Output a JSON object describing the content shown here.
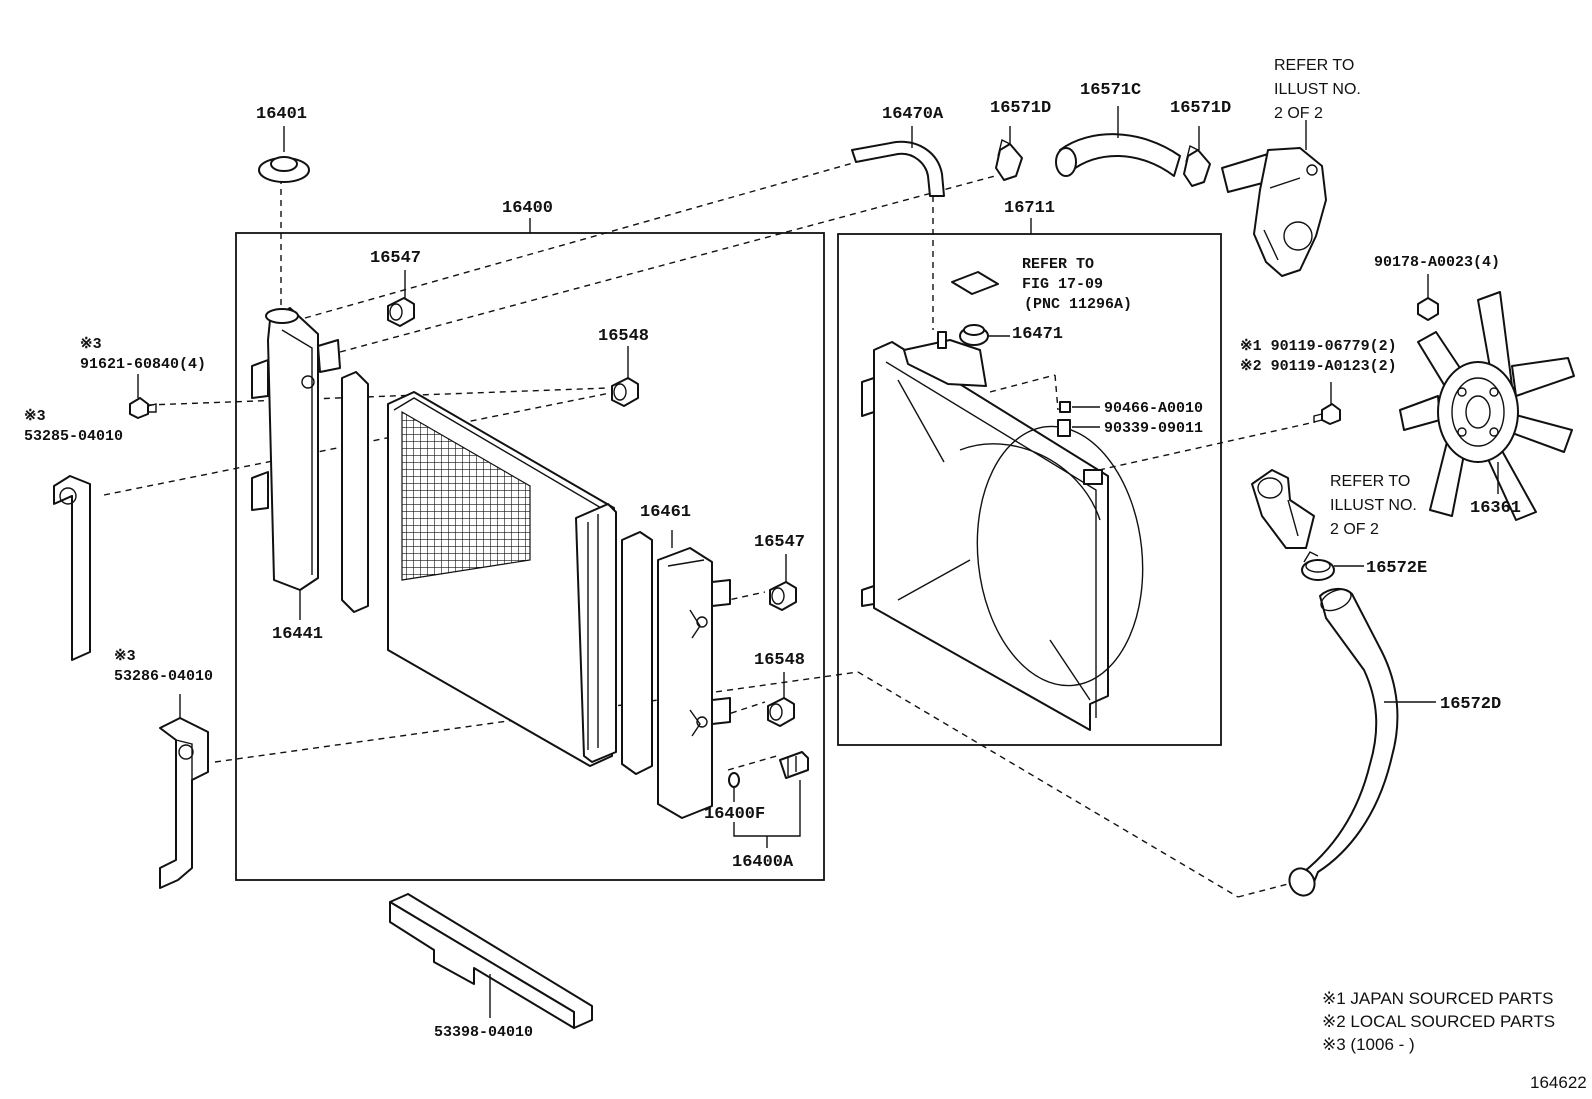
{
  "labels": {
    "p16401": "16401",
    "p16400": "16400",
    "p16547_top": "16547",
    "p16548_top": "16548",
    "p16441": "16441",
    "p16461": "16461",
    "p16547_bot": "16547",
    "p16548_bot": "16548",
    "p16400F": "16400F",
    "p16400A": "16400A",
    "p53398": "53398-04010",
    "p91621_mark": "※3",
    "p91621": "91621-60840(4)",
    "p53285_mark": "※3",
    "p53285": "53285-04010",
    "p53286_mark": "※3",
    "p53286": "53286-04010",
    "p16470A": "16470A",
    "p16571D_left": "16571D",
    "p16571C": "16571C",
    "p16571D_right": "16571D",
    "p16711": "16711",
    "p16471": "16471",
    "p90466": "90466-A0010",
    "p90339": "90339-09011",
    "p90178": "90178-A0023(4)",
    "p90119_1": "※1 90119-06779(2)",
    "p90119_2": "※2 90119-A0123(2)",
    "p16361": "16361",
    "p16572E": "16572E",
    "p16572D": "16572D"
  },
  "refer_fig": {
    "line1": "REFER TO",
    "line2": "FIG 17-09",
    "line3": "(PNC 11296A)"
  },
  "refer_top": {
    "line1": "REFER TO",
    "line2": "ILLUST NO.",
    "line3": "2 OF 2"
  },
  "refer_mid": {
    "line1": "REFER TO",
    "line2": "ILLUST NO.",
    "line3": "2 OF 2"
  },
  "notes": {
    "n1": "※1 JAPAN SOURCED PARTS",
    "n2": "※2 LOCAL SOURCED PARTS",
    "n3": "※3 (1006 -          )"
  },
  "illustration_number": "164622"
}
